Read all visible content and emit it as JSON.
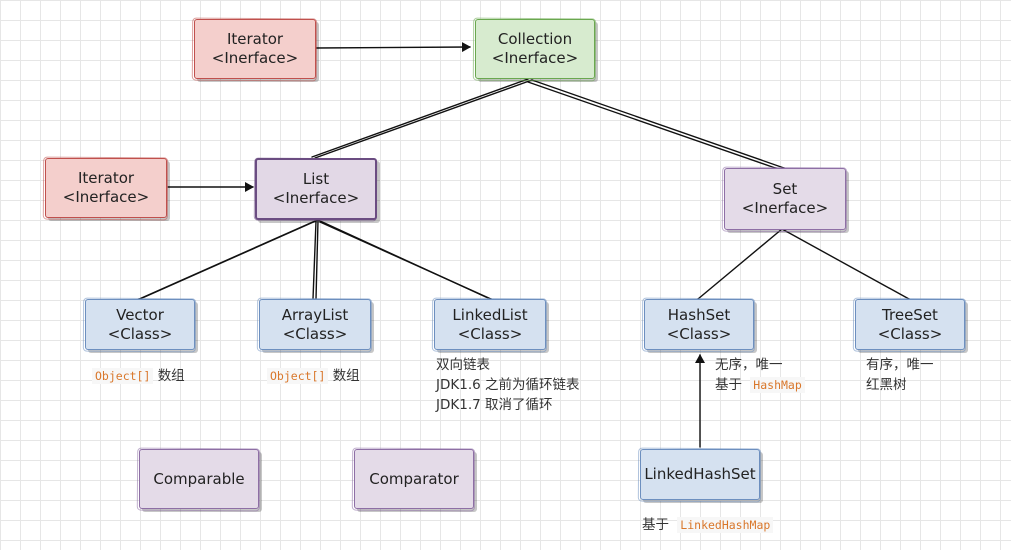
{
  "nodes": {
    "iterator_top": {
      "name": "Iterator",
      "kind": "<Inerface>"
    },
    "collection": {
      "name": "Collection",
      "kind": "<Inerface>"
    },
    "iterator_left": {
      "name": "Iterator",
      "kind": "<Inerface>"
    },
    "list": {
      "name": "List",
      "kind": "<Inerface>"
    },
    "set": {
      "name": "Set",
      "kind": "<Inerface>"
    },
    "vector": {
      "name": "Vector",
      "kind": "<Class>"
    },
    "arraylist": {
      "name": "ArrayList",
      "kind": "<Class>"
    },
    "linkedlist": {
      "name": "LinkedList",
      "kind": "<Class>"
    },
    "hashset": {
      "name": "HashSet",
      "kind": "<Class>"
    },
    "treeset": {
      "name": "TreeSet",
      "kind": "<Class>"
    },
    "comparable": {
      "name": "Comparable"
    },
    "comparator": {
      "name": "Comparator"
    },
    "linkedhashset": {
      "name": "LinkedHashSet"
    }
  },
  "notes": {
    "vector": {
      "code": "Object[]",
      "text": "数组"
    },
    "arraylist": {
      "code": "Object[]",
      "text": "数组"
    },
    "linkedlist": {
      "line1": "双向链表",
      "line2": "JDK1.6 之前为循环链表",
      "line3": "JDK1.7 取消了循环"
    },
    "hashset": {
      "line1": "无序，唯一",
      "prefix": "基于",
      "code": "HashMap"
    },
    "treeset": {
      "line1": "有序，唯一",
      "line2": "红黑树"
    },
    "linkedhashset": {
      "prefix": "基于",
      "code": "LinkedHashMap"
    }
  },
  "colors": {
    "interface_red": "#c0504d",
    "root_green": "#6aa84f",
    "interface_purple": "#6b4d82",
    "class_blue": "#6d8fbf",
    "code_orange": "#d9772b"
  }
}
